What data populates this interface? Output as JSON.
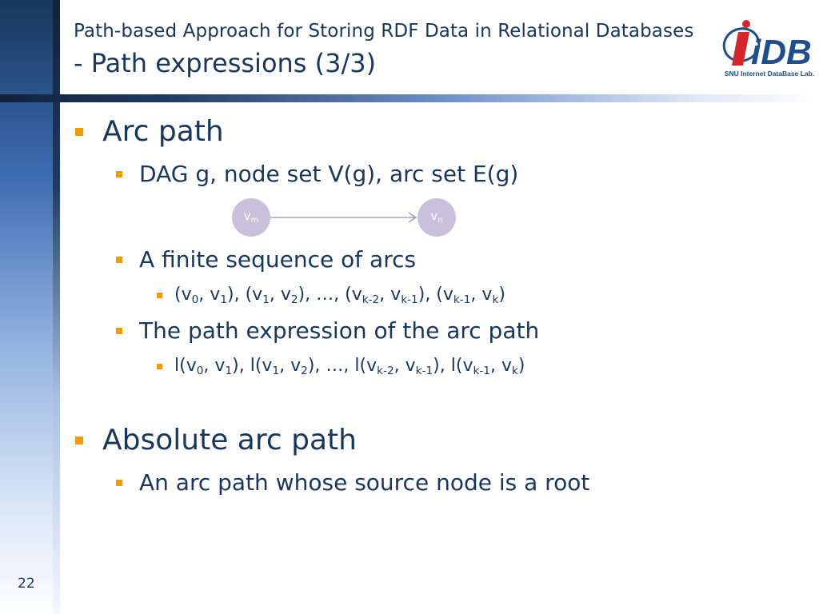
{
  "header": {
    "title_line1": "Path-based Approach for Storing RDF Data in Relational Databases",
    "title_line2": "- Path expressions (3/3)"
  },
  "logo": {
    "text": "iDB",
    "caption": "SNU Internet DataBase Lab."
  },
  "slide": {
    "sections": [
      {
        "heading": "Arc path",
        "items": [
          {
            "text": "DAG g, node set V(g), arc set E(g)"
          },
          {
            "text": "A finite sequence of arcs"
          },
          {
            "text": "The path expression of the arc path"
          }
        ]
      },
      {
        "heading": "Absolute arc path",
        "items": [
          {
            "text": "An arc path whose source node is a root"
          }
        ]
      }
    ],
    "diagram": {
      "source_node": {
        "base": "v",
        "sub": "m"
      },
      "target_node": {
        "base": "v",
        "sub": "n"
      }
    },
    "sequence": {
      "v": "v",
      "s0": "0",
      "s1": "1",
      "s2": "2",
      "sk2": "k-2",
      "sk1": "k-1",
      "sk": "k"
    },
    "label_fn": "l"
  },
  "colors": {
    "bullet": "#f59a00",
    "text": "#17375e",
    "node": "#c9c0dc"
  },
  "page_number": "22"
}
